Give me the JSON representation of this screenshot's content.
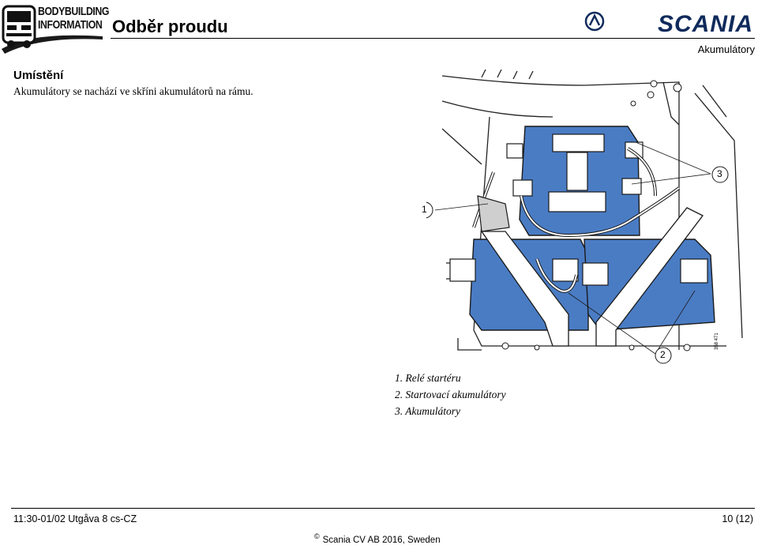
{
  "header": {
    "logo_text_line1": "BODYBUILDING",
    "logo_text_line2": "INFORMATION",
    "title": "Odběr proudu",
    "brand": "SCANIA",
    "section": "Akumulátory"
  },
  "content": {
    "subtitle": "Umístění",
    "text": "Akumulátory se nachází ve skříni akumulátorů na rámu."
  },
  "figure": {
    "callouts": [
      "1",
      "2",
      "3"
    ],
    "ref_number": "358 471"
  },
  "legend": [
    "1. Relé startéru",
    "2. Startovací akumulátory",
    "3. Akumulátory"
  ],
  "footer": {
    "doc_id": "11:30-01/02 Utgåva  8  cs-CZ",
    "page": "10 (12)",
    "copyright_symbol": "©",
    "copyright": "Scania CV AB 2016, Sweden"
  },
  "colors": {
    "battery_blue": "#4a7cc4",
    "brand_blue": "#0f2a5c"
  }
}
